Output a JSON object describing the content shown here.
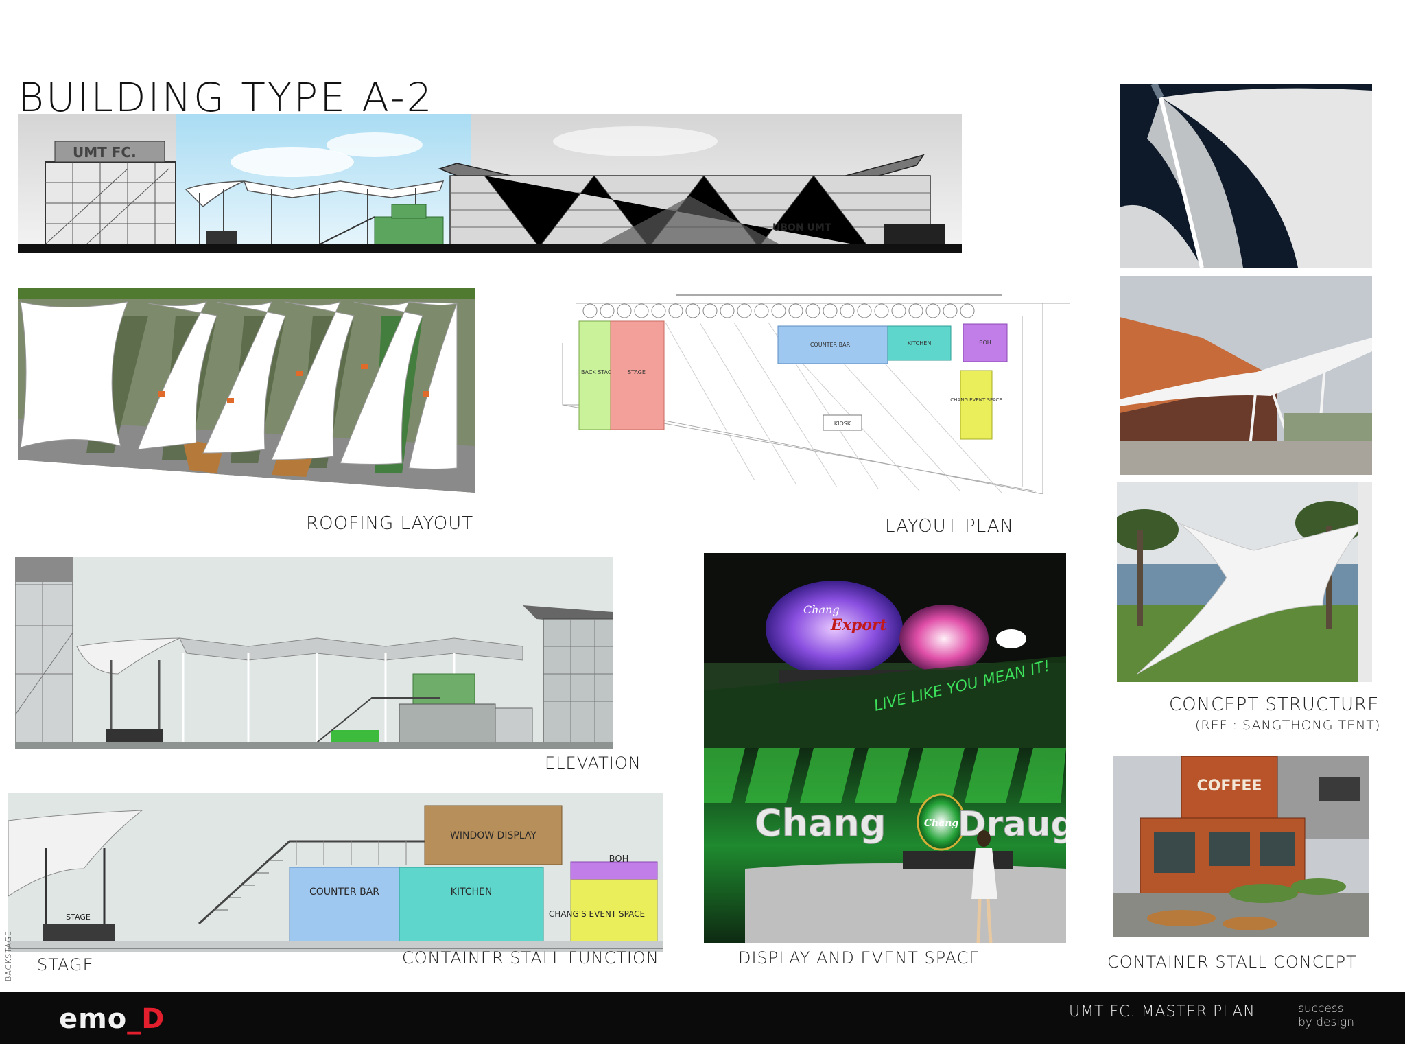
{
  "page": {
    "title": "BUILDING TYPE  A-2"
  },
  "captions": {
    "roofing_layout": "ROOFING LAYOUT",
    "layout_plan": "LAYOUT PLAN",
    "elevation": "ELEVATION",
    "container_stall_function": "CONTAINER STALL FUNCTION",
    "display_and_event_space": "DISPLAY AND EVENT SPACE",
    "concept_structure": "CONCEPT STRUCTURE",
    "concept_structure_ref": "(REF : SANGTHONG TENT)",
    "container_stall_concept": "CONTAINER STALL CONCEPT",
    "stage": "STAGE"
  },
  "hero": {
    "sign": "UMT FC.",
    "sign_right": "UBON UMT"
  },
  "plan_labels": {
    "back_stage": "BACK STAGE",
    "stage": "STAGE",
    "counter_bar": "COUNTER BAR",
    "kitchen": "KITCHEN",
    "boh": "BOH",
    "changs_event_space": "CHANG EVENT SPACE",
    "kiosk": "KIOSK"
  },
  "stall_labels": {
    "window_display": "WINDOW DISPLAY",
    "counter_bar": "COUNTER BAR",
    "kitchen": "KITCHEN",
    "boh": "BOH",
    "changs_event_space": "CHANG'S EVENT SPACE",
    "stage": "STAGE",
    "backstage": "BACKSTAGE"
  },
  "photo_text": {
    "chang": "Chang",
    "export": "Export",
    "slogan": "LIVE LIKE YOU MEAN IT!",
    "chang_draught_left": "Chang",
    "chang_draught_right": "Draught",
    "chang_badge": "Chang",
    "coffee": "COFFEE"
  },
  "footer": {
    "logo_main": "emo",
    "logo_accent": "_D",
    "project": "UMT FC. MASTER PLAN",
    "slogan_line1": "success",
    "slogan_line2": "by design"
  },
  "colors": {
    "stage_pink": "#f4a09a",
    "backstage_green": "#c9f29a",
    "counter_blue": "#9fc8f0",
    "kitchen_teal": "#5fd6cc",
    "boh_purple": "#c27ee8",
    "event_yellow": "#e9ee5a",
    "window_brown": "#b78f5a",
    "footer_bg": "#0b0b0b",
    "logo_accent": "#e31f2d"
  }
}
